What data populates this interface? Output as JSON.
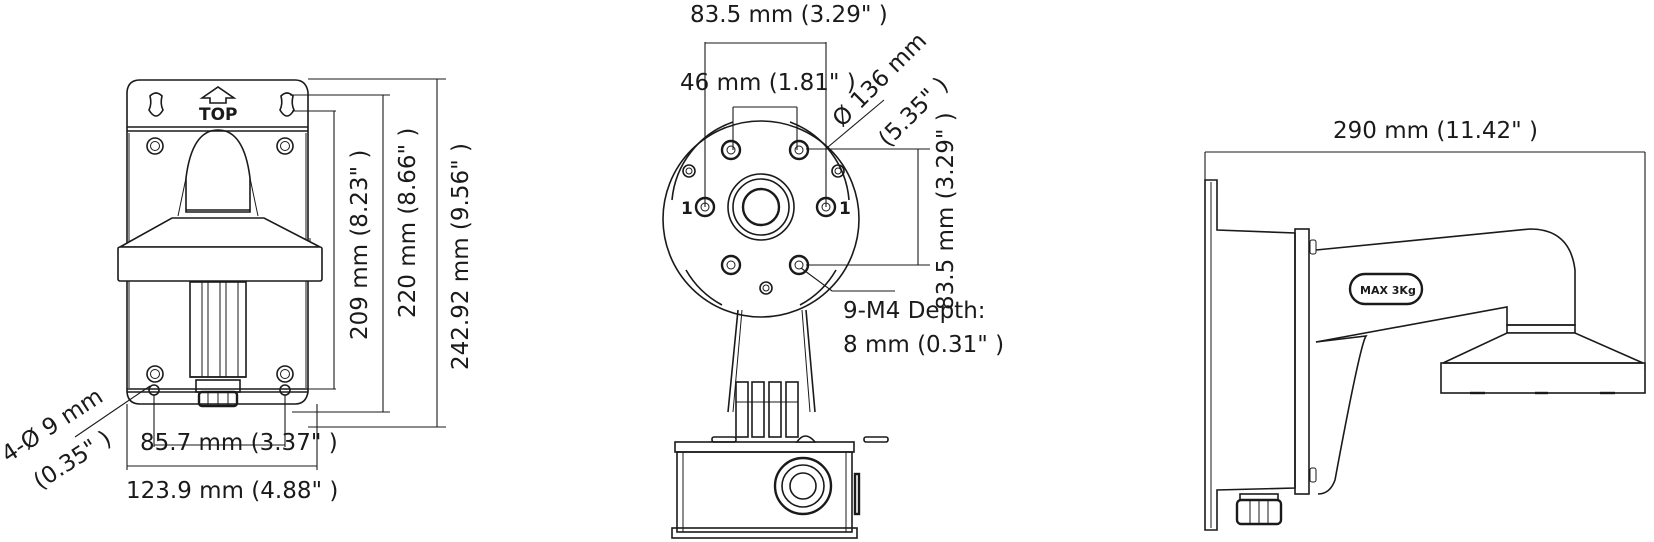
{
  "diagram": {
    "type": "technical-dimension-drawing",
    "subject": "Camera wall-mount bracket with junction box",
    "views": [
      {
        "name": "front-view",
        "markings": {
          "top_label": "TOP"
        },
        "dimensions": {
          "height_holes_inner": "209 mm (8.23\" )",
          "height_holes_outer": "220 mm (8.66\" )",
          "height_total": "242.92 mm (9.56\" )",
          "hole_spacing": "85.7 mm (3.37\" )",
          "width_total": "123.9 mm (4.88\" )",
          "hole_diameter_line1": "4-Ø 9 mm",
          "hole_diameter_line2": "(0.35\" )"
        }
      },
      {
        "name": "top-mounting-view",
        "markings": {
          "hole_mark_left": "1",
          "hole_mark_right": "1"
        },
        "dimensions": {
          "outer_hole_spacing": "83.5 mm (3.29\" )",
          "inner_hole_spacing": "46 mm (1.81\" )",
          "plate_diameter_line1": "Ø 136 mm",
          "plate_diameter_line2": "(5.35\" )",
          "vertical_hole_spacing": "83.5 mm (3.29\" )",
          "thread_line1": "9-M4 Depth:",
          "thread_line2": "8 mm (0.31\" )"
        }
      },
      {
        "name": "side-view",
        "markings": {
          "load_label": "MAX 3Kg"
        },
        "dimensions": {
          "depth_total": "290 mm (11.42\" )"
        }
      }
    ]
  }
}
